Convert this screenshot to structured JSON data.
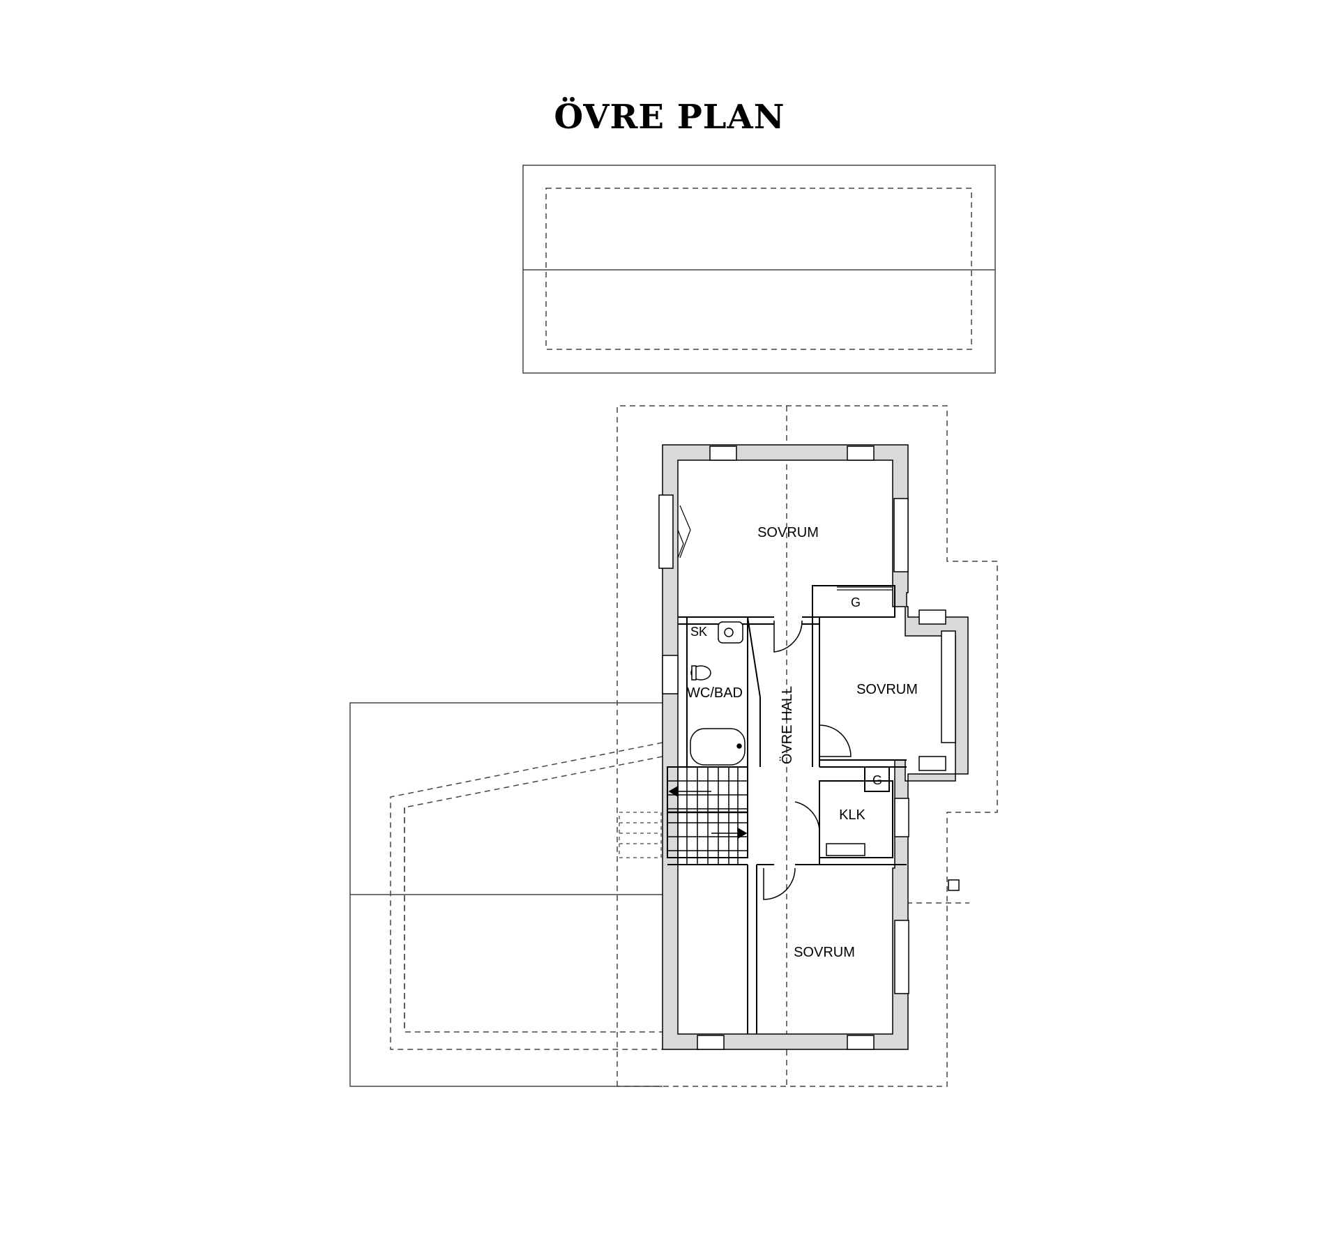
{
  "title": "ÖVRE PLAN",
  "rooms": {
    "sovrum_top": "SOVRUM",
    "sovrum_mid": "SOVRUM",
    "sovrum_bottom": "SOVRUM",
    "wc_bad": "WC/BAD",
    "sk": "SK",
    "klk": "KLK",
    "hall": "ÖVRE HALL",
    "g_top": "G",
    "g_mid": "G"
  },
  "colors": {
    "wall_fill": "#d9d9d9",
    "line": "#000000"
  }
}
